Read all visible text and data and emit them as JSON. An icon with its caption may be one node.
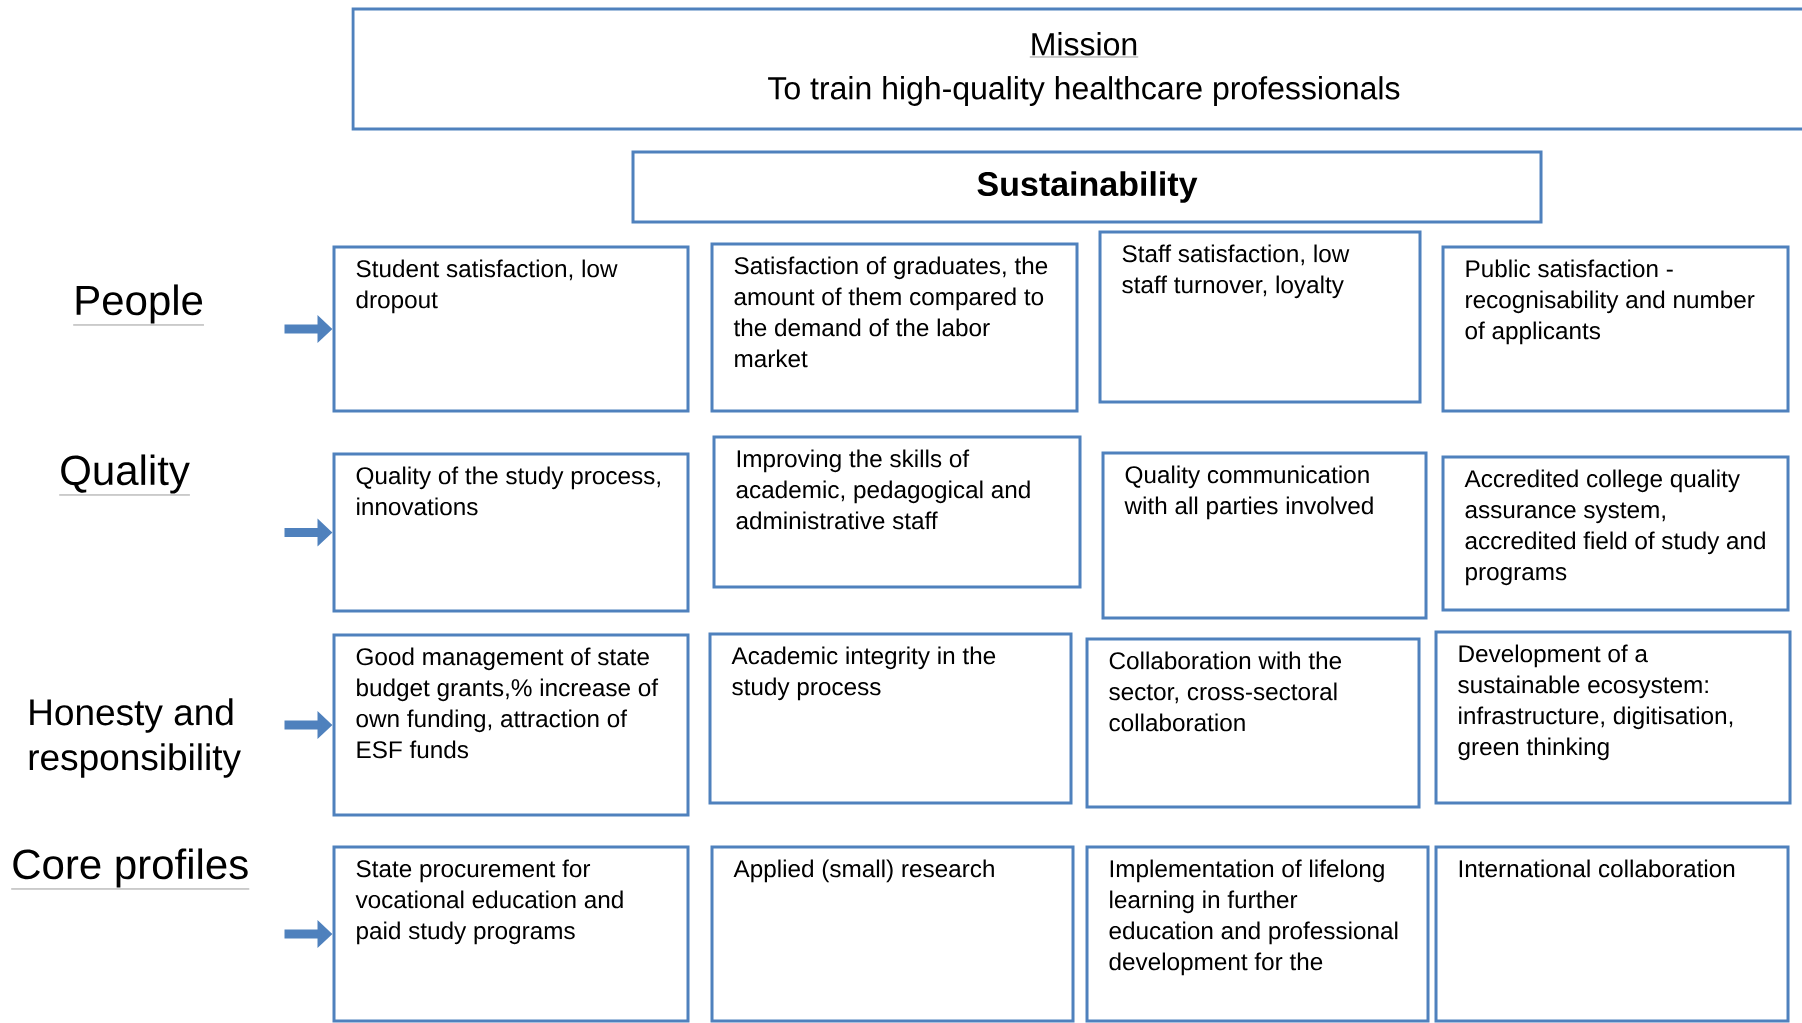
{
  "diagram": {
    "nodes": [
      {
        "text": [
          "Mission",
          "To train high-quality healthcare professionals"
        ]
      },
      {
        "text": [
          "Sustainability"
        ]
      },
      {
        "text": [
          "People"
        ]
      },
      {
        "text": [
          "Student satisfaction, low dropout"
        ]
      },
      {
        "text": [
          "Satisfaction of graduates, the amount of them compared to the demand of the labor market"
        ]
      },
      {
        "text": [
          "Staff satisfaction, low staff turnover, loyalty"
        ]
      },
      {
        "text": [
          "Public satisfaction - recognisability and number of applicants"
        ]
      },
      {
        "text": [
          "Quality"
        ]
      },
      {
        "text": [
          "Quality of the study process, innovations"
        ]
      },
      {
        "text": [
          "Improving the skills of academic, pedagogical and administrative staff"
        ]
      },
      {
        "text": [
          "Quality communication with all parties involved"
        ]
      },
      {
        "text": [
          "Accredited college quality assurance system, accredited field of study and programs"
        ]
      },
      {
        "text": [
          "Honesty and responsibility"
        ]
      },
      {
        "text": [
          "Good management of state budget grants,% increase of own funding, attraction of ESF funds"
        ]
      },
      {
        "text": [
          "Academic integrity in the study process"
        ]
      },
      {
        "text": [
          "Collaboration with the sector, cross-sectoral collaboration"
        ]
      },
      {
        "text": [
          "Development of a sustainable ecosystem: infrastructure, digitisation, green thinking"
        ]
      },
      {
        "text": [
          "Core profiles"
        ]
      },
      {
        "text": [
          "State procurement for vocational education and paid study programs"
        ]
      },
      {
        "text": [
          "Applied (small) research"
        ]
      },
      {
        "text": [
          "Implementation of lifelong learning in further education and professional development for the"
        ]
      },
      {
        "text": [
          "International collaboration"
        ]
      }
    ],
    "edges": [
      {
        "from": null,
        "to": 3,
        "arrow": "to"
      },
      {
        "from": null,
        "to": 8,
        "arrow": "to"
      },
      {
        "from": null,
        "to": 13,
        "arrow": "to"
      },
      {
        "from": null,
        "to": 18,
        "arrow": "to"
      }
    ]
  }
}
